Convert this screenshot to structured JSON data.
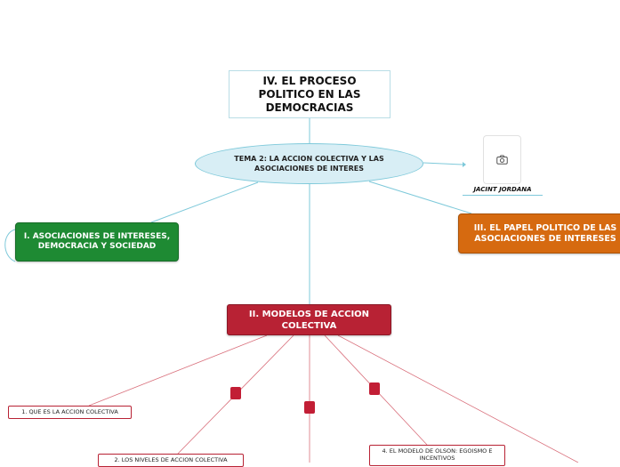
{
  "map": {
    "root": "IV. EL PROCESO POLITICO EN LAS DEMOCRACIAS",
    "topic": "TEMA 2:  LA ACCION COLECTIVA Y LAS ASOCIACIONES DE INTERES",
    "author": "JACINT JORDANA",
    "photo_icon": "camera-icon",
    "branch1": "I. ASOCIACIONES DE INTERESES, DEMOCRACIA Y SOCIEDAD",
    "branch2": "II. MODELOS DE ACCION COLECTIVA",
    "branch3": "III. EL PAPEL POLITICO DE LAS ASOCIACIONES DE INTERESES",
    "leaves": {
      "l1": "1. QUE ES LA ACCION COLECTIVA",
      "l2": "2. LOS NIVELES DE ACCION COLECTIVA",
      "l4": "4. EL MODELO DE OLSON: EGOISMO E INCENTIVOS"
    }
  },
  "colors": {
    "line_teal": "#7ec9da",
    "line_red": "#d9707c",
    "green": "#1e8a33",
    "red": "#b82234",
    "orange": "#d66a10"
  }
}
